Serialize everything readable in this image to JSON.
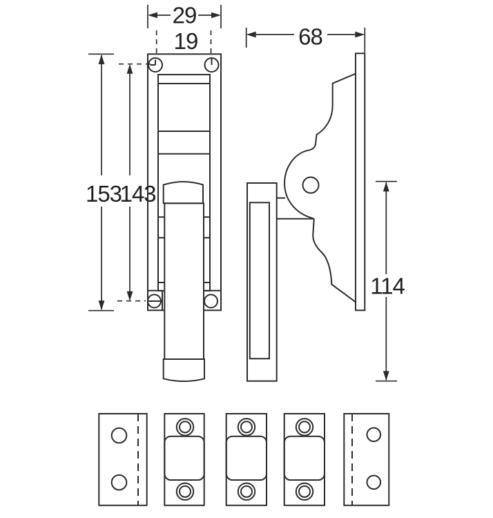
{
  "drawing": {
    "type": "technical-drawing",
    "colors": {
      "background": "#ffffff",
      "line": "#2b2b2b",
      "text": "#1f1f1f"
    },
    "dimensions": {
      "front_width": "29",
      "front_screw_spacing": "19",
      "front_height": "153",
      "front_screw_height": "143",
      "side_depth": "68",
      "side_handle_length": "114"
    }
  }
}
